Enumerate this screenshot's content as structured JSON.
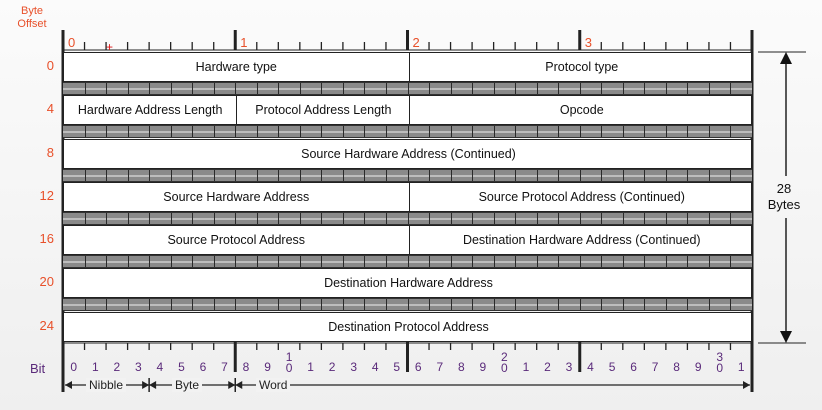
{
  "header": {
    "byte_offset_label_line1": "Byte",
    "byte_offset_label_line2": "Offset",
    "byte_numbers": [
      "0",
      "1",
      "2",
      "3"
    ]
  },
  "rows": [
    {
      "offset": "0",
      "cells": [
        {
          "label": "Hardware type",
          "span": 16
        },
        {
          "label": "Protocol type",
          "span": 16
        }
      ]
    },
    {
      "offset": "4",
      "cells": [
        {
          "label": "Hardware Address Length",
          "span": 8
        },
        {
          "label": "Protocol Address Length",
          "span": 8
        },
        {
          "label": "Opcode",
          "span": 16
        }
      ]
    },
    {
      "offset": "8",
      "cells": [
        {
          "label": "Source Hardware Address (Continued)",
          "span": 32
        }
      ]
    },
    {
      "offset": "12",
      "cells": [
        {
          "label": "Source Hardware Address",
          "span": 16
        },
        {
          "label": "Source Protocol Address (Continued)",
          "span": 16
        }
      ]
    },
    {
      "offset": "16",
      "cells": [
        {
          "label": "Source Protocol Address",
          "span": 16
        },
        {
          "label": "Destination Hardware Address (Continued)",
          "span": 16
        }
      ]
    },
    {
      "offset": "20",
      "cells": [
        {
          "label": "Destination Hardware Address",
          "span": 32
        }
      ]
    },
    {
      "offset": "24",
      "cells": [
        {
          "label": "Destination Protocol Address",
          "span": 32
        }
      ]
    }
  ],
  "size_indicator": {
    "number": "28",
    "unit": "Bytes"
  },
  "bit_ruler": {
    "title": "Bit",
    "labels": [
      "0",
      "1",
      "2",
      "3",
      "4",
      "5",
      "6",
      "7",
      "8",
      "9",
      "1\n0",
      "1",
      "2",
      "3",
      "4",
      "5",
      "6",
      "7",
      "8",
      "9",
      "2\n0",
      "1",
      "2",
      "3",
      "4",
      "5",
      "6",
      "7",
      "8",
      "9",
      "3\n0",
      "1"
    ]
  },
  "legend": {
    "nibble": "Nibble",
    "byte": "Byte",
    "word": "Word"
  },
  "colors": {
    "offset_text": "#e8502a",
    "bit_text": "#5a2a7a",
    "ruler_fill": "#8a8a8a",
    "border": "#222222"
  }
}
